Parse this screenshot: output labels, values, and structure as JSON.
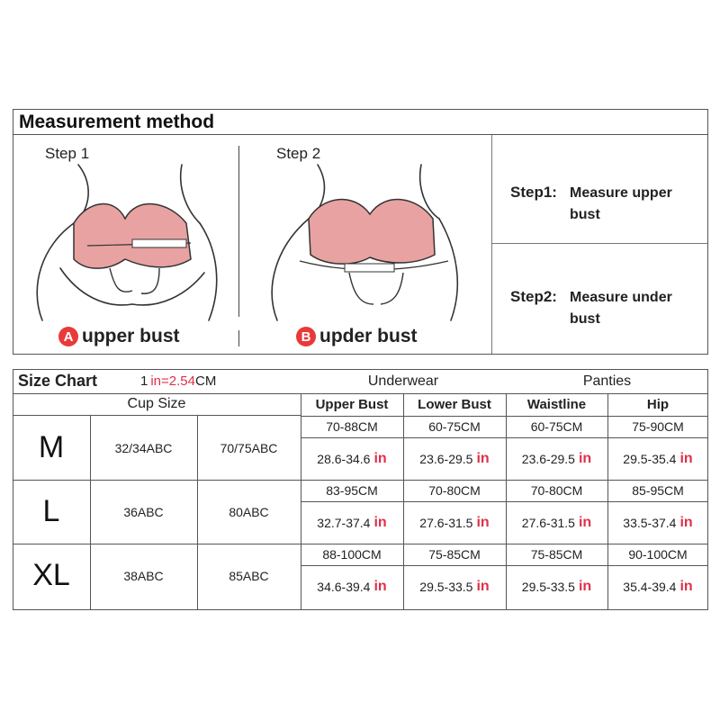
{
  "method": {
    "title": "Measurement method",
    "step1_label": "Step 1",
    "step2_label": "Step 2",
    "caption_a": {
      "badge": "A",
      "text": "upper bust"
    },
    "caption_b": {
      "badge": "B",
      "text": "upder bust"
    },
    "instructions": [
      {
        "key": "Step1:",
        "line1": "Measure upper",
        "line2": "bust"
      },
      {
        "key": "Step2:",
        "line1": "Measure under",
        "line2": "bust"
      }
    ]
  },
  "size_chart": {
    "title": "Size Chart",
    "conversion": {
      "prefix": "1",
      "middle": "in",
      "equals": "=2.54",
      "suffix": "CM"
    },
    "underwear_label": "Underwear",
    "panties_label": "Panties",
    "cup_size_label": "Cup Size",
    "columns": [
      "Upper Bust",
      "Lower Bust",
      "Waistline",
      "Hip"
    ],
    "inch_unit": "in",
    "accent_color": "#e0304a",
    "rows": [
      {
        "size": "M",
        "cup": "32/34ABC",
        "band": "70/75ABC",
        "cm": [
          "70-88CM",
          "60-75CM",
          "60-75CM",
          "75-90CM"
        ],
        "inch": [
          "28.6-34.6",
          "23.6-29.5",
          "23.6-29.5",
          "29.5-35.4"
        ]
      },
      {
        "size": "L",
        "cup": "36ABC",
        "band": "80ABC",
        "cm": [
          "83-95CM",
          "70-80CM",
          "70-80CM",
          "85-95CM"
        ],
        "inch": [
          "32.7-37.4",
          "27.6-31.5",
          "27.6-31.5",
          "33.5-37.4"
        ]
      },
      {
        "size": "XL",
        "cup": "38ABC",
        "band": "85ABC",
        "cm": [
          "88-100CM",
          "75-85CM",
          "75-85CM",
          "90-100CM"
        ],
        "inch": [
          "34.6-39.4",
          "29.5-33.5",
          "29.5-33.5",
          "35.4-39.4"
        ]
      }
    ]
  }
}
